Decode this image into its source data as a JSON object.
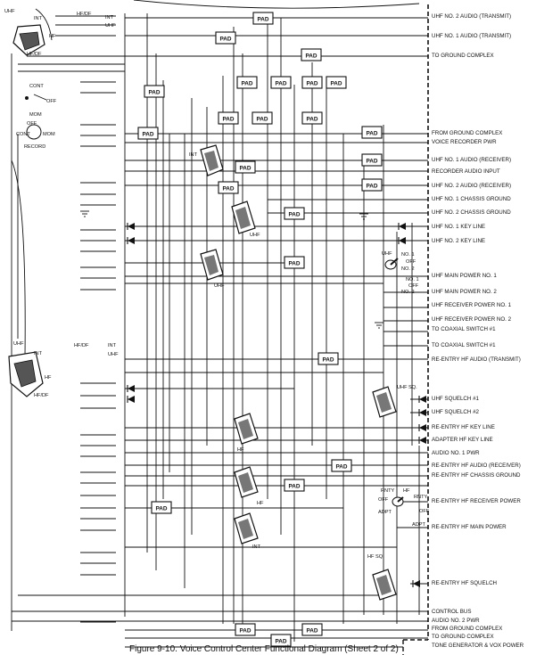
{
  "pad_label": "PAD",
  "right_labels": [
    "UHF NO. 2 AUDIO (TRANSMIT)",
    "UHF NO. 1 AUDIO (TRANSMIT)",
    "TO GROUND COMPLEX",
    "FROM GROUND COMPLEX",
    "VOICE RECORDER PWR",
    "UHF NO. 1 AUDIO (RECEIVER)",
    "RECORDER AUDIO INPUT",
    "UHF NO. 2 AUDIO (RECEIVER)",
    "UHF NO. 1 CHASSIS GROUND",
    "UHF NO. 2 CHASSIS GROUND",
    "UHF NO. 1 KEY LINE",
    "UHF NO. 2 KEY LINE",
    "UHF MAIN POWER NO. 1",
    "UHF MAIN POWER NO. 2",
    "UHF RECEIVER POWER NO. 1",
    "UHF RECEIVER POWER NO. 2",
    "TO COAXIAL SWITCH #1",
    "TO COAXIAL SWITCH #1",
    "RE-ENTRY HF AUDIO (TRANSMIT)",
    "UHF SQUELCH #1",
    "UHF SQUELCH #2",
    "RE-ENTRY HF KEY LINE",
    "ADAPTER HF KEY LINE",
    "AUDIO NO. 1 PWR",
    "RE-ENTRY HF AUDIO (RECEIVER)",
    "RE-ENTRY HF CHASSIS GROUND",
    "RE-ENTRY HF RECEIVER POWER",
    "RE-ENTRY HF MAIN POWER",
    "RE-ENTRY HF SQUELCH",
    "CONTROL BUS",
    "AUDIO NO. 2 PWR",
    "FROM GROUND COMPLEX",
    "TO GROUND COMPLEX",
    "TONE GENERATOR & VOX POWER"
  ],
  "selector_top": {
    "uhf": "UHF",
    "int": "INT",
    "hf": "HF",
    "hfdf": "HF/DF"
  },
  "selector_mid": {
    "uhf": "UHF",
    "int": "INT",
    "hf": "HF",
    "hfdf": "HF/DF"
  },
  "switch_top_labels": {
    "hfdf": "HF/DF",
    "int": "INT",
    "uhf": "UHF"
  },
  "switch_mid_labels": {
    "hfdf": "HF/DF",
    "int": "INT",
    "uhf": "UHF"
  },
  "record_switch": {
    "cont": "CONT",
    "off": "OFF",
    "mom": "MOM",
    "dial_off": "OFF",
    "dial_cont": "CONT",
    "dial_mom": "MOM",
    "record": "RECORD"
  },
  "relay_labels": {
    "int_top": "INT",
    "uhf_a": "UHF",
    "uhf_b": "UHF",
    "hf_a": "HF",
    "hf_b": "HF",
    "int_bottom": "INT"
  },
  "uhf_power_switch": {
    "uhf": "UHF",
    "no1": "NO. 1",
    "off1": "OFF",
    "no2a": "NO. 2",
    "no1b": "NO. 1",
    "off2": "OFF",
    "no2b": "NO. 2"
  },
  "uhf_sq_label": "UHF SQ.",
  "hf_power_switch": {
    "rnty": "RNTY",
    "hf": "HF",
    "off": "OFF",
    "adpt": "ADPT",
    "rnty2": "RNTY",
    "off2": "OFF",
    "adpt2": "ADPT"
  },
  "hf_sq_label": "HF SQ.",
  "caption": "Figure 9-10. Voice Control Center Functional Diagram (Sheet 2 of 2)"
}
